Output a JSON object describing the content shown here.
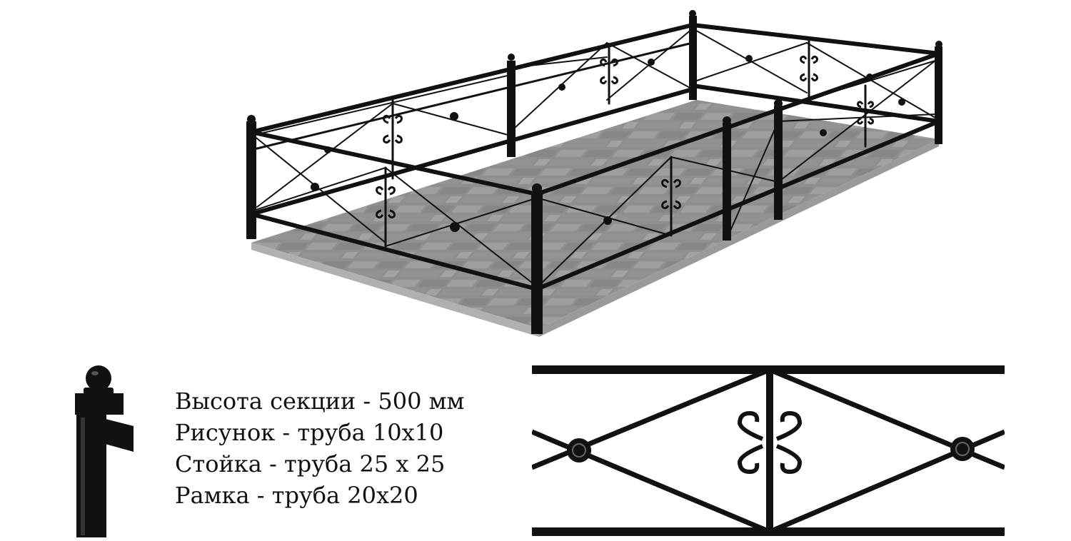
{
  "specs": [
    "Высота секции - 500 мм",
    "Рисунок - труба 10х10",
    "Стойка - труба 25 х 25",
    "Рамка - труба 20х20"
  ],
  "colors": {
    "metal": "#111111",
    "slab": "#8c8c8c",
    "slab_light": "#a3a3a3"
  },
  "icons": [
    "fence-3d-render",
    "post-cap-detail",
    "section-pattern-detail"
  ]
}
